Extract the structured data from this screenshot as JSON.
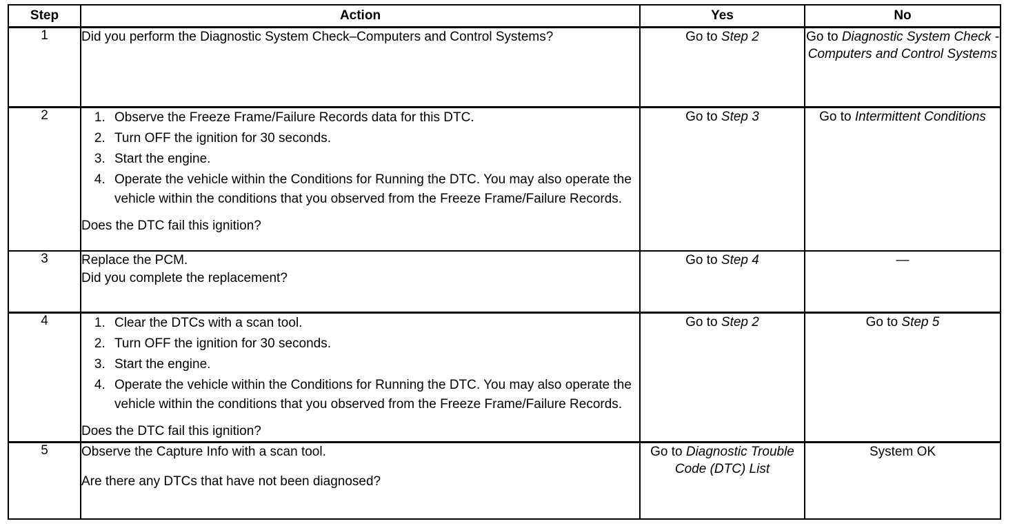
{
  "table": {
    "columns": [
      "Step",
      "Action",
      "Yes",
      "No"
    ],
    "rows": [
      {
        "step": "1",
        "action": {
          "paragraphs": [
            "Did you perform the Diagnostic System Check–Computers and Control Systems?"
          ],
          "list": [],
          "question": ""
        },
        "yes": {
          "lead": "Go to ",
          "ref": "Step 2",
          "plain": ""
        },
        "no": {
          "lead": "Go to ",
          "ref": "Diagnostic System Check - Computers and Control Systems",
          "plain": ""
        }
      },
      {
        "step": "2",
        "action": {
          "paragraphs": [],
          "list": [
            "Observe the Freeze Frame/Failure Records data for this DTC.",
            "Turn OFF the ignition for 30 seconds.",
            "Start the engine.",
            "Operate the vehicle within the Conditions for Running the DTC. You may also operate the vehicle within the conditions that you observed from the Freeze Frame/Failure Records."
          ],
          "question": "Does the DTC fail this ignition?"
        },
        "yes": {
          "lead": "Go to ",
          "ref": "Step 3",
          "plain": ""
        },
        "no": {
          "lead": "Go to ",
          "ref": "Intermittent Conditions",
          "plain": ""
        }
      },
      {
        "step": "3",
        "action": {
          "paragraphs": [
            "Replace the PCM."
          ],
          "list": [],
          "question": "Did you complete the replacement?"
        },
        "yes": {
          "lead": "Go to ",
          "ref": "Step 4",
          "plain": ""
        },
        "no": {
          "lead": "",
          "ref": "",
          "plain": "—"
        }
      },
      {
        "step": "4",
        "action": {
          "paragraphs": [],
          "list": [
            "Clear the DTCs with a scan tool.",
            "Turn OFF the ignition for 30 seconds.",
            "Start the engine.",
            "Operate the vehicle within the Conditions for Running the DTC. You may also operate the vehicle within the conditions that you observed from the Freeze Frame/Failure Records."
          ],
          "question": "Does the DTC fail this ignition?"
        },
        "yes": {
          "lead": "Go to ",
          "ref": "Step 2",
          "plain": ""
        },
        "no": {
          "lead": "Go to ",
          "ref": "Step 5",
          "plain": ""
        }
      },
      {
        "step": "5",
        "action": {
          "paragraphs": [
            "Observe the Capture Info with a scan tool."
          ],
          "list": [],
          "question": "Are there any DTCs that have not been diagnosed?"
        },
        "yes": {
          "lead": "Go to ",
          "ref": "Diagnostic Trouble Code (DTC) List",
          "plain": ""
        },
        "no": {
          "lead": "",
          "ref": "",
          "plain": "System OK"
        }
      }
    ]
  }
}
